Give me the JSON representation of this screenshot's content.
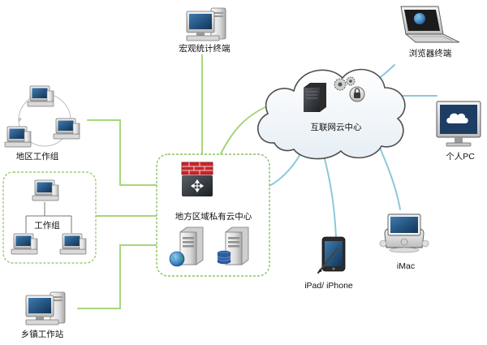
{
  "diagram": {
    "nodes": {
      "regional_cloud": "地方区域私有云中心",
      "stats_terminal": "宏观统计终端",
      "district_group": "地区工作组",
      "work_group": "工作组",
      "town_station": "乡镇工作站",
      "internet_cloud": "互联网云中心",
      "browser_terminal": "浏览器终端",
      "personal_pc": "个人PC",
      "imac": "iMac",
      "ipad_iphone": "iPad/ iPhone"
    }
  },
  "colors": {
    "green_link": "#a8d67a",
    "blue_link": "#8dc8d8",
    "dashed_border": "#8cc45a",
    "firewall_red": "#c8262a"
  },
  "icons": [
    "monitor-icon",
    "laptop-icon",
    "server-icon",
    "firewall-icon",
    "cloud-icon",
    "globe-icon",
    "database-icon",
    "gears-icon",
    "tablet-icon",
    "imac-icon"
  ]
}
